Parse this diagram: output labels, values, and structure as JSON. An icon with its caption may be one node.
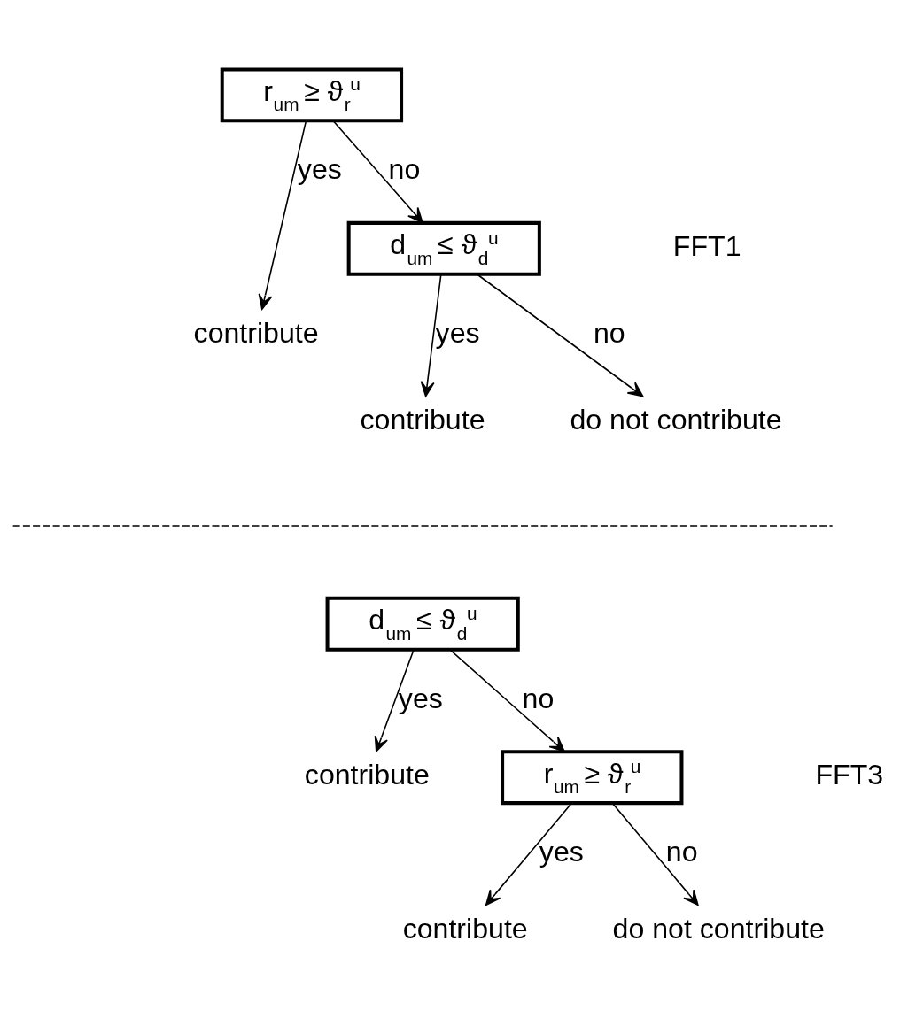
{
  "diagram": {
    "nodes": [
      {
        "text": [
          "r$_{um}$ ≥ ϑ$_{r}$$^{u}$"
        ]
      },
      {
        "text": [
          "contribute"
        ]
      },
      {
        "text": [
          "d$_{um}$ ≤ ϑ$_{d}$$^{u}$"
        ]
      },
      {
        "text": [
          "contribute"
        ]
      },
      {
        "text": [
          "do not contribute"
        ]
      },
      {
        "text": [
          "d$_{um}$ ≤ ϑ$_{d}$$^{u}$"
        ]
      },
      {
        "text": [
          "contribute"
        ]
      },
      {
        "text": [
          "r$_{um}$ ≥ ϑ$_{r}$$^{u}$"
        ]
      },
      {
        "text": [
          "contribute"
        ]
      },
      {
        "text": [
          "do not contribute"
        ]
      }
    ],
    "edges": [
      {
        "from": 0,
        "to": 1,
        "arrow": "to",
        "label": "yes"
      },
      {
        "from": 0,
        "to": 2,
        "arrow": "to",
        "label": "no"
      },
      {
        "from": 2,
        "to": 3,
        "arrow": "to",
        "label": "yes"
      },
      {
        "from": 2,
        "to": 4,
        "arrow": "to",
        "label": "no"
      },
      {
        "from": 5,
        "to": 6,
        "arrow": "to",
        "label": "yes"
      },
      {
        "from": 5,
        "to": 7,
        "arrow": "to",
        "label": "no"
      },
      {
        "from": 7,
        "to": 8,
        "arrow": "to",
        "label": "yes"
      },
      {
        "from": 7,
        "to": 9,
        "arrow": "to",
        "label": "no"
      }
    ],
    "labels": [
      "FFT1",
      "FFT3"
    ]
  }
}
